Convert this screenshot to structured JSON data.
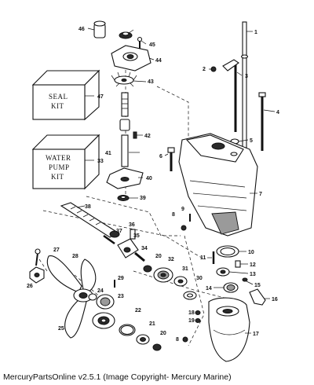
{
  "kits": {
    "seal": [
      "SEAL",
      "KIT"
    ],
    "water_pump": [
      "WATER",
      "PUMP",
      "KIT"
    ]
  },
  "callouts": {
    "c1": "1",
    "c2": "2",
    "c3": "3",
    "c4": "4",
    "c5": "5",
    "c6": "6",
    "c7": "7",
    "c8a": "8",
    "c8b": "8",
    "c9": "9",
    "c10": "10",
    "c11": "11",
    "c12": "12",
    "c13": "13",
    "c14": "14",
    "c15": "15",
    "c16": "16",
    "c17": "17",
    "c18": "18",
    "c19": "19",
    "c20a": "20",
    "c20b": "20",
    "c21": "21",
    "c22": "22",
    "c23": "23",
    "c24": "24",
    "c25": "25",
    "c26": "26",
    "c27": "27",
    "c28": "28",
    "c29": "29",
    "c30": "30",
    "c31": "31",
    "c32": "32",
    "c33": "33",
    "c34": "34",
    "c35": "35",
    "c36": "36",
    "c37": "37",
    "c38": "38",
    "c39": "39",
    "c40": "40",
    "c41": "41",
    "c42": "42",
    "c43": "43",
    "c44": "44",
    "c45": "45",
    "c46": "46",
    "c47": "47"
  },
  "footer": "MercuryPartsOnline v2.5.1 (Image Copyright- Mercury Marine)"
}
